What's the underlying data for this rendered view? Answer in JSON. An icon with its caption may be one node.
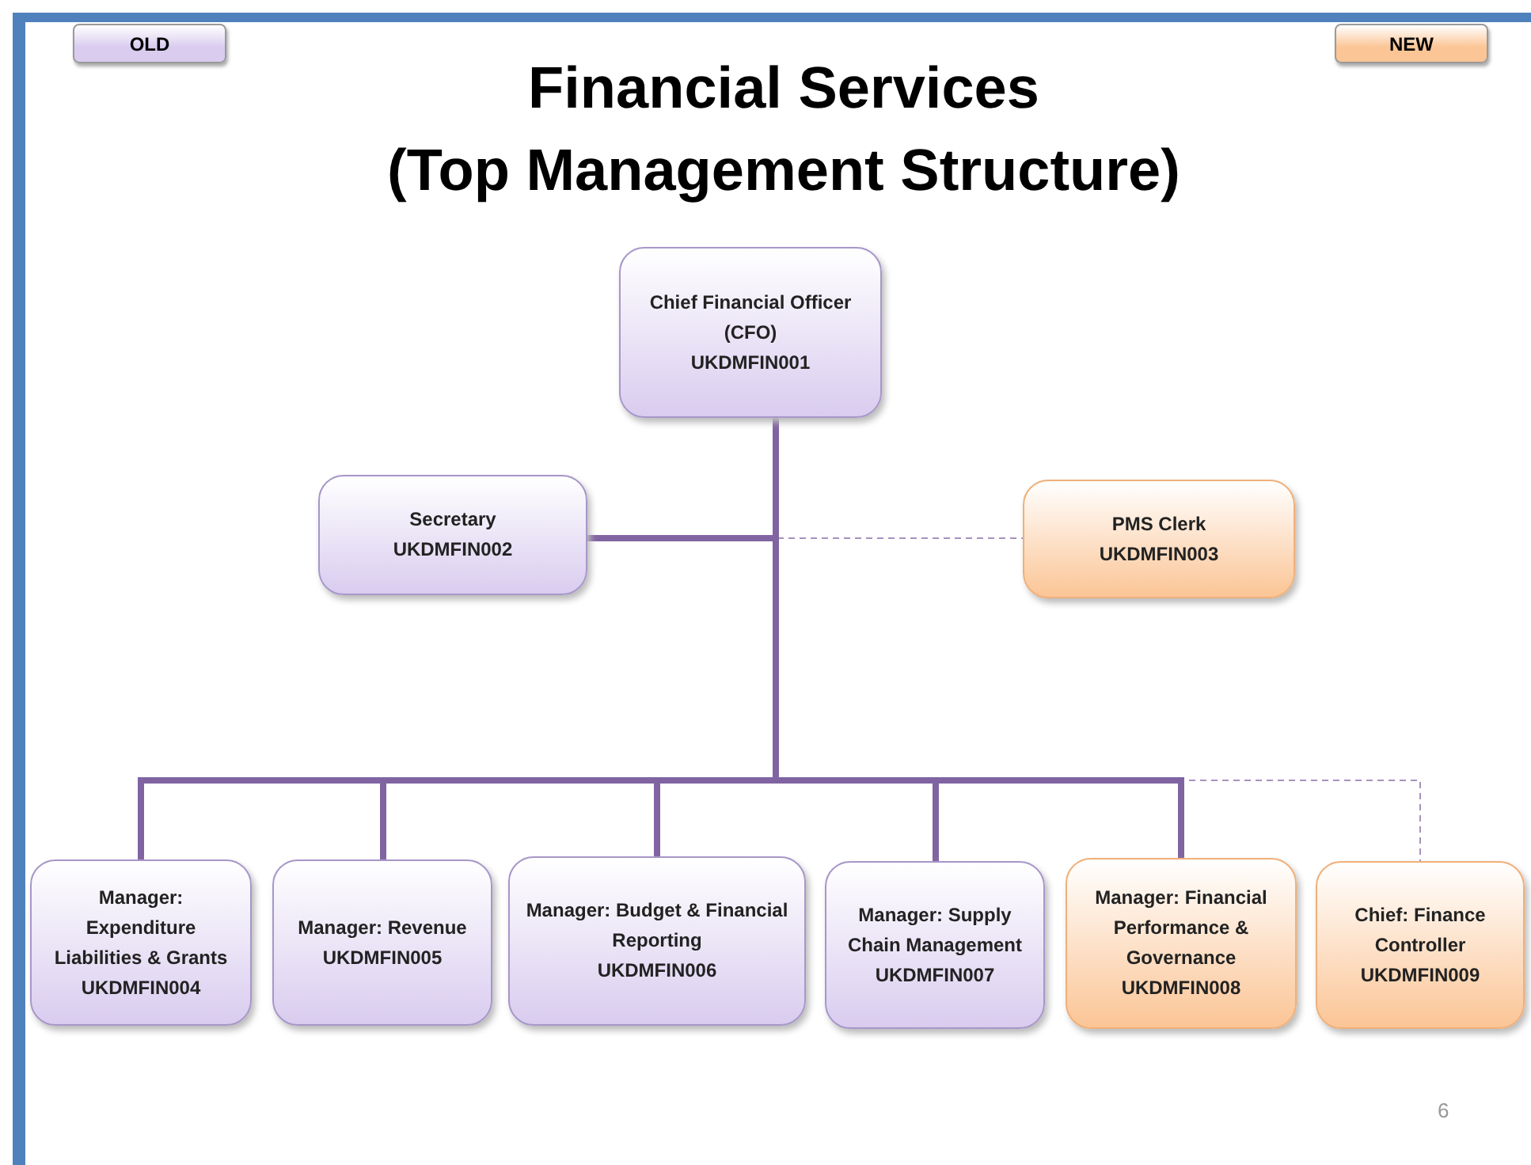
{
  "diagram": {
    "title": "Financial Services (Top Management Structure)",
    "nodes": [
      {
        "text": [
          "Chief Financial Officer (CFO)",
          "UKDMFIN001"
        ]
      },
      {
        "text": [
          "Secretary",
          "UKDMFIN002"
        ]
      },
      {
        "text": [
          "PMS Clerk",
          "UKDMFIN003"
        ]
      },
      {
        "text": [
          "Manager: Expenditure Liabilities & Grants",
          "UKDMFIN004"
        ]
      },
      {
        "text": [
          "Manager: Revenue",
          "UKDMFIN005"
        ]
      },
      {
        "text": [
          "Manager: Budget & Financial Reporting",
          "UKDMFIN006"
        ]
      },
      {
        "text": [
          "Manager: Supply Chain Management",
          "UKDMFIN007"
        ]
      },
      {
        "text": [
          "Manager: Financial Performance & Governance",
          "UKDMFIN008"
        ]
      },
      {
        "text": [
          "Chief: Finance Controller",
          "UKDMFIN009"
        ]
      }
    ],
    "edges": [
      {
        "from": 0,
        "to": 1,
        "arrow": "none"
      },
      {
        "from": 0,
        "to": 2,
        "arrow": "none",
        "style": "dashed"
      },
      {
        "from": 0,
        "to": 3,
        "arrow": "none"
      },
      {
        "from": 0,
        "to": 4,
        "arrow": "none"
      },
      {
        "from": 0,
        "to": 5,
        "arrow": "none"
      },
      {
        "from": 0,
        "to": 6,
        "arrow": "none"
      },
      {
        "from": 0,
        "to": 7,
        "arrow": "none"
      },
      {
        "from": 0,
        "to": 8,
        "arrow": "none",
        "style": "dashed"
      }
    ],
    "labels": [
      "6"
    ],
    "legend": [
      {
        "text": "OLD",
        "color": "#d9ccef"
      },
      {
        "text": "NEW",
        "color": "#fbc596"
      }
    ]
  }
}
